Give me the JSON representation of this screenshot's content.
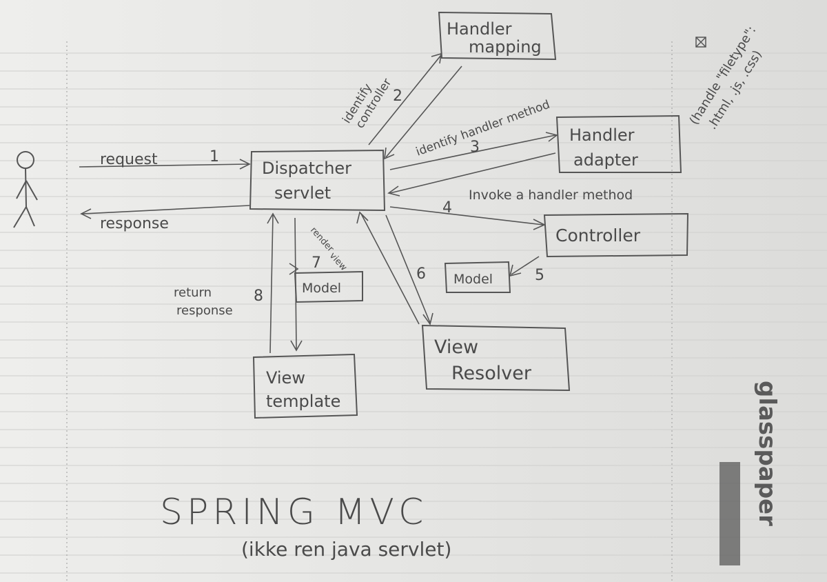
{
  "diagram": {
    "boxes": {
      "dispatcher": [
        "Dispatcher",
        "servlet"
      ],
      "handler_mapping": [
        "Handler",
        "mapping"
      ],
      "handler_adapter": [
        "Handler",
        "adapter"
      ],
      "controller": "Controller",
      "model_small_right": "Model",
      "model_small_left": "Model",
      "view_resolver": [
        "View",
        "Resolver"
      ],
      "view_template": [
        "View",
        "template"
      ]
    },
    "labels": {
      "request": "request",
      "response": "response",
      "step1": "1",
      "identify_controller": [
        "identify",
        "controller"
      ],
      "step2": "2",
      "identify_handler_method": "identify handler method",
      "step3": "3",
      "invoke": "Invoke a handler method",
      "step4": "4",
      "step5": "5",
      "step6": "6",
      "step7": "7",
      "render_view": [
        "render",
        "view"
      ],
      "step8": "8",
      "return_response": [
        "return",
        "response"
      ],
      "filetype_note": [
        "(handle \"filetype\":",
        ".html, .js, .css)"
      ]
    },
    "title": "SPRING MVC",
    "subtitle": "(ikke ren java servlet)",
    "brand": "glasspaper"
  },
  "colors": {
    "ink": "#4a4a4a",
    "paper": "#e8e8e6",
    "margin_line": "#9a9a9a"
  }
}
